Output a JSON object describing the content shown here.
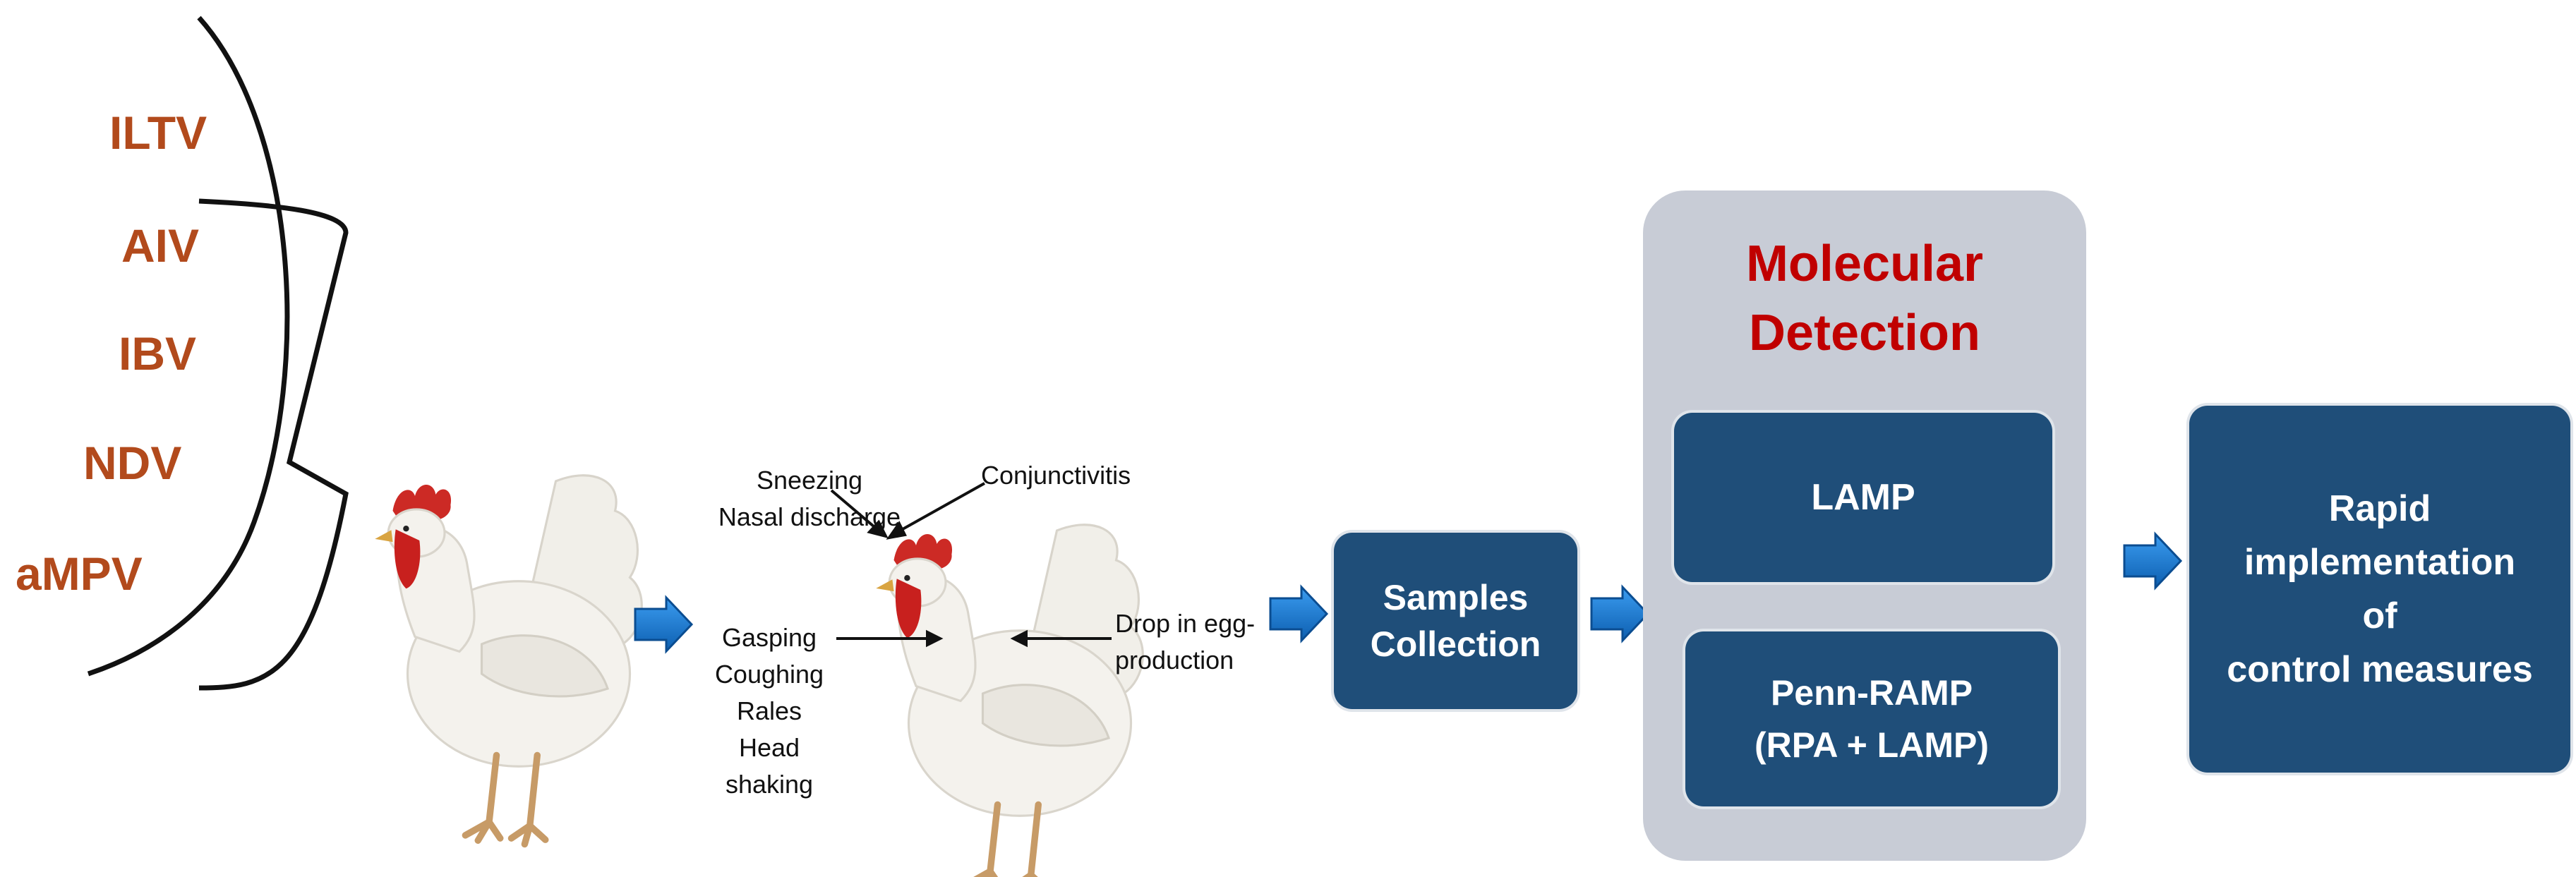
{
  "colors": {
    "virus_text": "#b24a1c",
    "box_fill": "#1f4e79",
    "panel_fill": "#c8ccd6",
    "title_red": "#c00000",
    "arrow_blue": "#1a7ad4"
  },
  "viruses": [
    "ILTV",
    "AIV",
    "IBV",
    "NDV",
    "aMPV"
  ],
  "symptoms": {
    "head_left": "Sneezing\nNasal discharge",
    "head_right": "Conjunctivitis",
    "body_left": "Gasping\nCoughing\nRales\nHead shaking",
    "body_right": "Drop in egg-\nproduction"
  },
  "steps": {
    "samples": "Samples\nCollection",
    "molecular_title": "Molecular\nDetection",
    "lamp": "LAMP",
    "penn_ramp": "Penn-RAMP\n(RPA + LAMP)",
    "control": "Rapid\nimplementation\nof\ncontrol measures"
  },
  "icons": [
    "curly-brace",
    "square-bracket",
    "hen",
    "hen-with-symptoms",
    "block-arrow-right"
  ]
}
